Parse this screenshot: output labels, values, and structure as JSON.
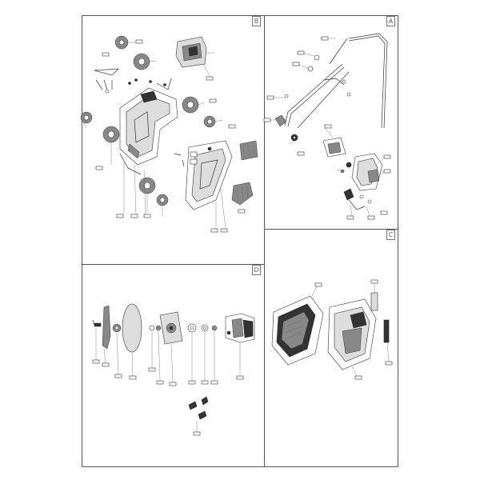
{
  "panels": {
    "top_left": {
      "letter": "B"
    },
    "top_right": {
      "letter": "A"
    },
    "bottom_left": {
      "letter": "D"
    },
    "bottom_right": {
      "letter": "C"
    }
  },
  "colors": {
    "line": "#333333",
    "frame": "#555555",
    "fill_dark": "#333333",
    "fill_mid": "#888888"
  }
}
